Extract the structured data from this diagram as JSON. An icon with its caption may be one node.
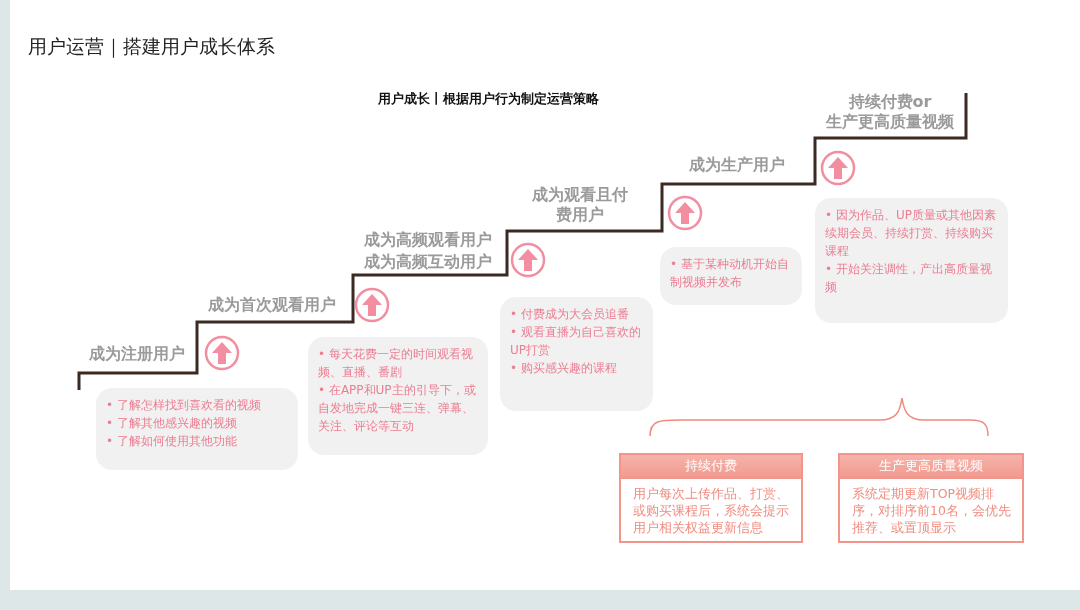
{
  "diagram": {
    "title": "用户运营｜搭建用户成长体系",
    "nodes": [
      {
        "text": [
          "• 了解怎样找到喜欢看的视频",
          "• 了解其他感兴趣的视频",
          "• 了解如何使用其他功能"
        ]
      },
      {
        "text": [
          "• 每天花费一定的时间观看视频、直播、番剧",
          "• 在APP和UP主的引导下，或自发地完成一键三连、弹幕、关注、评论等互动"
        ]
      },
      {
        "text": [
          "• 付费成为大会员追番",
          "• 观看直播为自己喜欢的UP打赏",
          "• 购买感兴趣的课程"
        ]
      },
      {
        "text": [
          "• 基于某种动机开始自制视频并发布"
        ]
      },
      {
        "text": [
          "• 因为作品、UP质量或其他因素续期会员、持续打赏、持续购买课程",
          "• 开始关注调性，产出高质量视频"
        ]
      },
      {
        "text": [
          "持续付费",
          "用户每次上传作品、打赏、或购买课程后，系统会提示用户相关权益更新信息"
        ]
      },
      {
        "text": [
          "生产更高质量视频",
          "系统定期更新TOP视频排序，对排序前10名，会优先推荐、或置顶显示"
        ]
      }
    ],
    "labels": [
      "用户成长丨根据用户行为制定运营策略",
      "持续付费or",
      "生产更高质量视频",
      "成为生产用户",
      "成为观看且付费用户",
      "成为高频观看用户",
      "成为高频互动用户",
      "成为首次观看用户",
      "成为注册用户"
    ]
  }
}
